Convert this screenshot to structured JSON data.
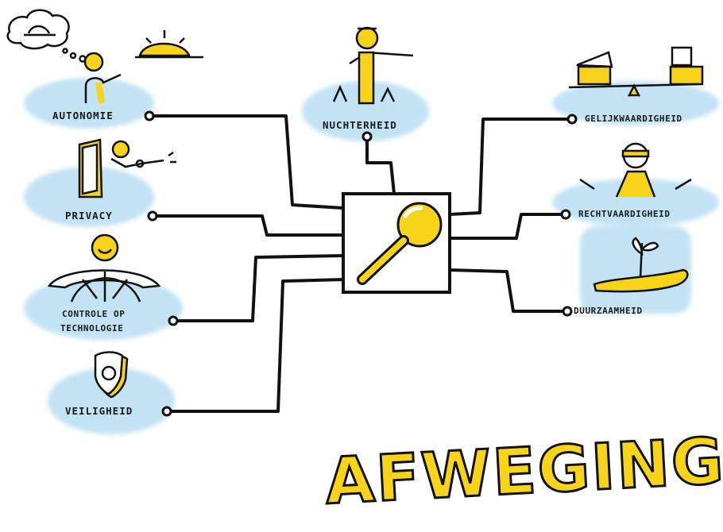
{
  "diagram": {
    "title": "AFWEGINGSKAD",
    "center": {
      "icon": "magnifying-glass-icon"
    },
    "values": [
      {
        "id": "autonomie",
        "label": "AUTONOMIE",
        "icon": "person-pointing-icon"
      },
      {
        "id": "privacy",
        "label": "PRIVACY",
        "icon": "door-key-icon"
      },
      {
        "id": "controle",
        "label_line1": "CONTROLE OP",
        "label_line2": "TECHNOLOGIE",
        "icon": "steering-wheel-icon"
      },
      {
        "id": "veiligheid",
        "label": "VEILIGHEID",
        "icon": "shield-icon"
      },
      {
        "id": "nuchterheid",
        "label": "NUCHTERHEID",
        "icon": "person-standing-pointing-icon"
      },
      {
        "id": "gelijkwaardigheid",
        "label": "GELIJKWAARDIGHEID",
        "icon": "balance-scale-icon"
      },
      {
        "id": "rechtvaardigheid",
        "label": "RECHTVAARDIGHEID",
        "icon": "blindfolded-justice-icon"
      },
      {
        "id": "duurzaamheid",
        "label": "DUURZAAMHEID",
        "icon": "hand-with-plant-icon"
      }
    ]
  },
  "colors": {
    "line": "#111111",
    "accent_yellow": "#f7d31a",
    "blob_blue": "#bfe0f3",
    "blob_blue_dark": "#8fc6ea"
  }
}
